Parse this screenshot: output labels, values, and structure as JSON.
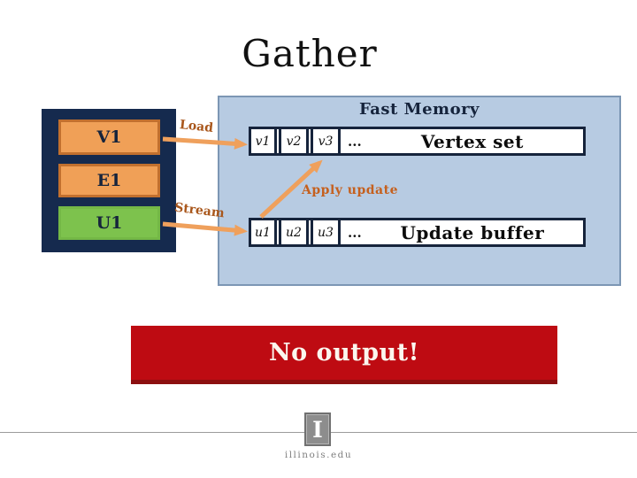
{
  "slide": {
    "title": "Gather",
    "left_panel": {
      "items": [
        {
          "label": "V1"
        },
        {
          "label": "E1"
        },
        {
          "label": "U1"
        }
      ]
    },
    "fast_memory": {
      "title": "Fast Memory",
      "vertex_row": {
        "cells": [
          "v1",
          "v2",
          "v3"
        ],
        "ellipsis": "...",
        "label": "Vertex set"
      },
      "apply_update_label": "Apply update",
      "update_row": {
        "cells": [
          "u1",
          "u2",
          "u3"
        ],
        "ellipsis": "...",
        "label": "Update buffer"
      }
    },
    "arrows": {
      "load_label": "Load",
      "stream_label": "Stream"
    },
    "banner": {
      "text": "No output!"
    },
    "footer": {
      "logo_letter": "I",
      "domain": "illinois.edu"
    },
    "colors": {
      "fast_memory_bg": "#B7CBE2",
      "fast_memory_border": "#7C96B4",
      "navy": "#16243C",
      "panel_navy": "#152A4E",
      "orange_fill": "#F0A057",
      "orange_border": "#C2702E",
      "green_fill": "#7DC24D",
      "arrow_orange": "#EFA05C",
      "flow_label_brown": "#A9571C",
      "apply_orange": "#C5601E",
      "banner_red": "#BE0B12",
      "banner_red_dark": "#8C0F10"
    }
  }
}
